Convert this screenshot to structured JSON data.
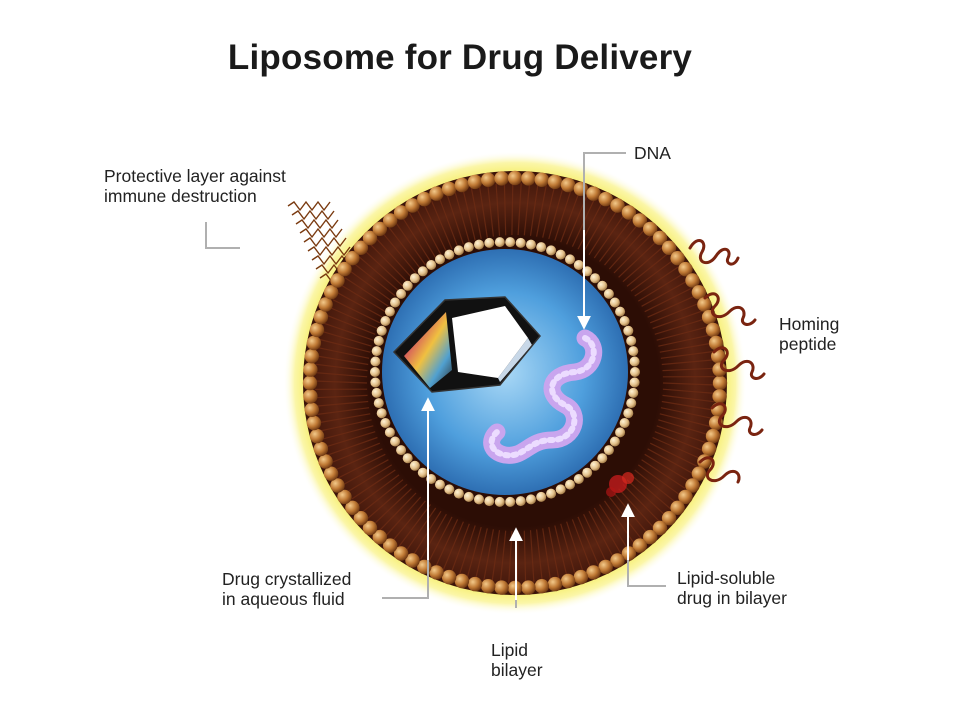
{
  "title": "Liposome for Drug Delivery",
  "labels": {
    "protective_layer": [
      "Protective layer against",
      "immune destruction"
    ],
    "dna": [
      "DNA"
    ],
    "homing_peptide": [
      "Homing",
      "peptide"
    ],
    "drug_crystallized": [
      "Drug crystallized",
      "in aqueous fluid"
    ],
    "lipid_bilayer": [
      "Lipid",
      "bilayer"
    ],
    "lipid_soluble_drug": [
      "Lipid-soluble",
      "drug in bilayer"
    ]
  },
  "colors": {
    "halo": "#f7ee6a",
    "bilayer": "#4a1d10",
    "lipid_head": "#c07a35",
    "aqueous_core": "#5aa8e0",
    "dna": "#c9a5ee",
    "peptide": "#7a2410",
    "leader_line": "#b0b0b0"
  }
}
